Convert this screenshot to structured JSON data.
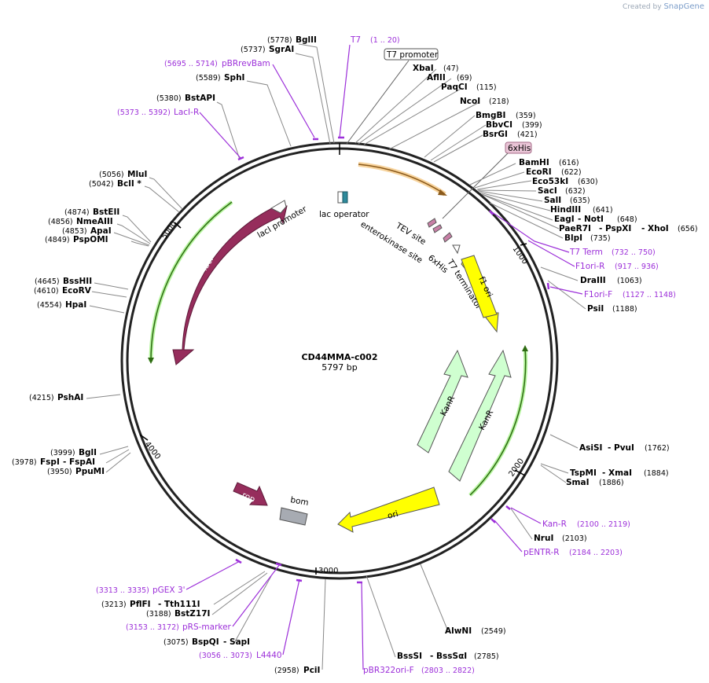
{
  "credit": {
    "prefix": "Created by",
    "brand": "SnapGene"
  },
  "plasmid": {
    "name": "CD44MMA-c002",
    "size": "5797 bp"
  },
  "ticks": [
    "1000",
    "2000",
    "3000",
    "4000",
    "5000"
  ],
  "features": {
    "lacI": "lacI",
    "lacI_promoter": "lacI promoter",
    "lac_operator": "lac operator",
    "TEV": "TEV site",
    "enterokinase": "enterokinase site",
    "his": "6xHis",
    "T7_terminator": "T7 terminator",
    "f1": "f1 ori",
    "KanR1": "KanR",
    "KanR2": "KanR",
    "ori": "ori",
    "rop": "rop",
    "bom": "bom",
    "T7_promoter": "T7 promoter",
    "his_box": "6xHis"
  },
  "sites": [
    {
      "pos": "(5778)",
      "name": "BglII"
    },
    {
      "pos": "(5737)",
      "name": "SgrAI"
    },
    {
      "pos": "(5589)",
      "name": "SphI"
    },
    {
      "pos": "(5380)",
      "name": "BstAPI"
    },
    {
      "pos": "(5056)",
      "name": "MluI"
    },
    {
      "pos": "(5042)",
      "name": "BclI *"
    },
    {
      "pos": "(4874)",
      "name": "BstEII"
    },
    {
      "pos": "(4856)",
      "name": "NmeAIII"
    },
    {
      "pos": "(4853)",
      "name": "ApaI"
    },
    {
      "pos": "(4849)",
      "name": "PspOMI"
    },
    {
      "pos": "(4645)",
      "name": "BssHII"
    },
    {
      "pos": "(4610)",
      "name": "EcoRV"
    },
    {
      "pos": "(4554)",
      "name": "HpaI"
    },
    {
      "pos": "(4215)",
      "name": "PshAI"
    },
    {
      "pos": "(3999)",
      "name": "BglI"
    },
    {
      "pos": "(3978)",
      "name": "FspI",
      "name2": "- FspAI"
    },
    {
      "pos": "(3950)",
      "name": "PpuMI"
    },
    {
      "pos": "(3213)",
      "name": "PflFI",
      "name2": "- Tth111I"
    },
    {
      "pos": "(3188)",
      "name": "BstZ17I"
    },
    {
      "pos": "(3075)",
      "name": "BspQI",
      "name2": "- SapI"
    },
    {
      "pos": "(2958)",
      "name": "PciI"
    },
    {
      "name": "XbaI",
      "pos": "(47)"
    },
    {
      "name": "AflII",
      "pos": "(69)"
    },
    {
      "name": "PaqCI",
      "pos": "(115)"
    },
    {
      "name": "NcoI",
      "pos": "(218)"
    },
    {
      "name": "BmgBI",
      "pos": "(359)"
    },
    {
      "name": "BbvCI",
      "pos": "(399)"
    },
    {
      "name": "BsrGI",
      "pos": "(421)"
    },
    {
      "name": "BamHI",
      "pos": "(616)"
    },
    {
      "name": "EcoRI",
      "pos": "(622)"
    },
    {
      "name": "Eco53kI",
      "pos": "(630)"
    },
    {
      "name": "SacI",
      "pos": "(632)"
    },
    {
      "name": "SalI",
      "pos": "(635)"
    },
    {
      "name": "HindIII",
      "pos": "(641)"
    },
    {
      "name": "EagI",
      "name2": "- NotI",
      "pos": "(648)"
    },
    {
      "name": "PaeR7I",
      "name2": "- PspXI",
      "name3": "- XhoI",
      "pos": "(656)"
    },
    {
      "name": "BlpI",
      "pos": "(735)"
    },
    {
      "name": "DraIII",
      "pos": "(1063)"
    },
    {
      "name": "PsiI",
      "pos": "(1188)"
    },
    {
      "name": "AsiSI",
      "name2": "- PvuI",
      "pos": "(1762)"
    },
    {
      "name": "TspMI",
      "name2": "- XmaI",
      "pos": "(1884)"
    },
    {
      "name": "SmaI",
      "pos": "(1886)"
    },
    {
      "name": "NruI",
      "pos": "(2103)"
    },
    {
      "name": "AlwNI",
      "pos": "(2549)"
    },
    {
      "name": "BssSI",
      "name2": "- BssSαI",
      "pos": "(2785)"
    }
  ],
  "primers": [
    {
      "name": "T7",
      "range": "(1 .. 20)"
    },
    {
      "name": "pBRrevBam",
      "range": "(5695 .. 5714)"
    },
    {
      "name": "LacI-R",
      "range": "(5373 .. 5392)"
    },
    {
      "name": "T7 Term",
      "range": "(732 .. 750)"
    },
    {
      "name": "F1ori-R",
      "range": "(917 .. 936)"
    },
    {
      "name": "F1ori-F",
      "range": "(1127 .. 1148)"
    },
    {
      "name": "Kan-R",
      "range": "(2100 .. 2119)"
    },
    {
      "name": "pENTR-R",
      "range": "(2184 .. 2203)"
    },
    {
      "name": "pBR322ori-F",
      "range": "(2803 .. 2822)"
    },
    {
      "name": "L4440",
      "range": "(3056 .. 3073)"
    },
    {
      "name": "pRS-marker",
      "range": "(3153 .. 3172)"
    },
    {
      "name": "pGEX 3'",
      "range": "(3313 .. 3335)"
    }
  ],
  "colors": {
    "backbone": "#222222",
    "primer": "#9c2fd9",
    "lacI": "#962d5c",
    "f1": "#ffff00",
    "KanR": "#cfffd0",
    "ori": "#ffff00",
    "bom": "#a7abb2",
    "tag": "#c87fa6",
    "lac_op": "#2e8a9b"
  }
}
